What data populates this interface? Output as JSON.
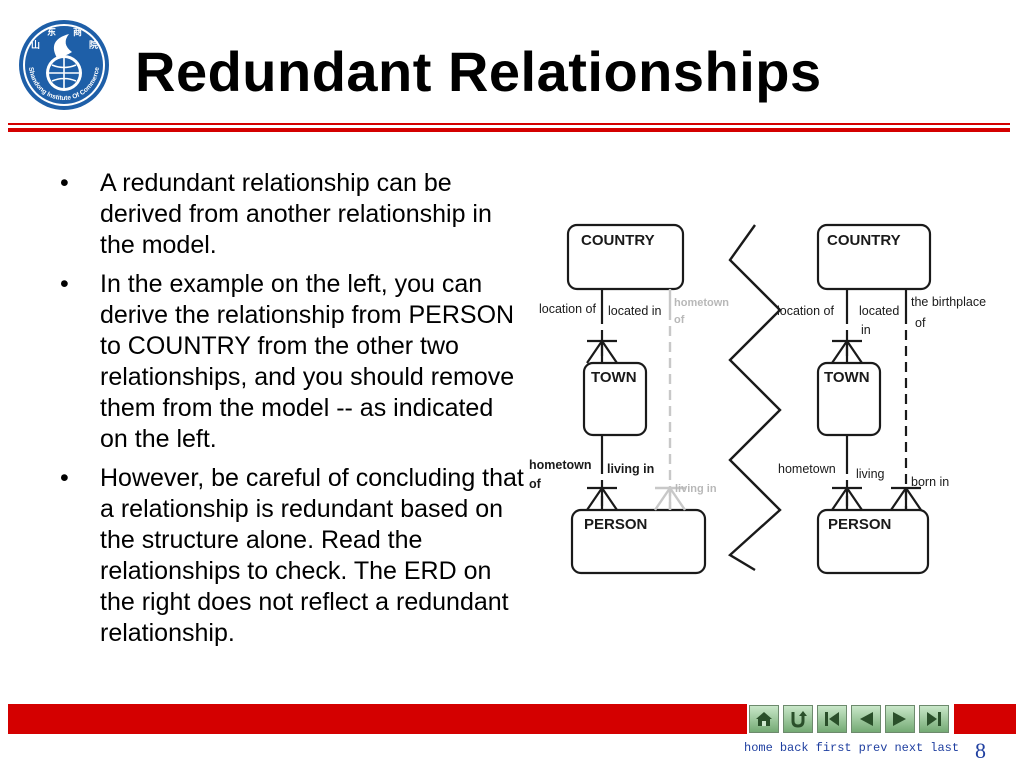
{
  "slide": {
    "title": "Redundant Relationships",
    "page_number": "8"
  },
  "logo": {
    "chars": [
      "山",
      "东",
      "商",
      "院"
    ],
    "ring_text": "Shandong Institute Of Commerce",
    "color": "#1e5fa8"
  },
  "bullets": [
    {
      "marker": "•",
      "text": "A redundant relationship can be derived from another relationship in the model."
    },
    {
      "marker": "•",
      "text": "In the example on the left, you can derive the relationship from PERSON to COUNTRY from the other two relationships, and you should remove them from the model -- as indicated on the left."
    },
    {
      "marker": "•",
      "text": "However, be careful of concluding that a relationship is redundant based on the structure alone. Read the relationships to check. The ERD on the right does not reflect a redundant relationship."
    }
  ],
  "erd": {
    "left": {
      "entities": [
        "COUNTRY",
        "TOWN",
        "PERSON"
      ],
      "labels": {
        "location_of": "location of",
        "located_in": "located in",
        "hometown_of_grey": [
          "hometown",
          "of"
        ],
        "hometown_of": [
          "hometown",
          "of"
        ],
        "living_in": "living in",
        "living_in_grey": "living in"
      }
    },
    "right": {
      "entities": [
        "COUNTRY",
        "TOWN",
        "PERSON"
      ],
      "labels": {
        "location_of": "location of",
        "located_in": [
          "located",
          "in"
        ],
        "birthplace_of": [
          "the birthplace",
          "of"
        ],
        "hometown": "hometown",
        "living": "living",
        "born_in": "born in"
      }
    }
  },
  "footer": {
    "bar_color": "#d40000",
    "nav_buttons": [
      {
        "name": "home-icon"
      },
      {
        "name": "back-icon"
      },
      {
        "name": "first-icon"
      },
      {
        "name": "prev-icon"
      },
      {
        "name": "next-icon"
      },
      {
        "name": "last-icon"
      }
    ],
    "nav_links": [
      "home",
      "back",
      "first",
      "prev",
      "next",
      "last"
    ]
  },
  "colors": {
    "accent_red": "#d40000",
    "nav_link_blue": "#1f3fa0",
    "nav_button_green": "#74aa74"
  }
}
